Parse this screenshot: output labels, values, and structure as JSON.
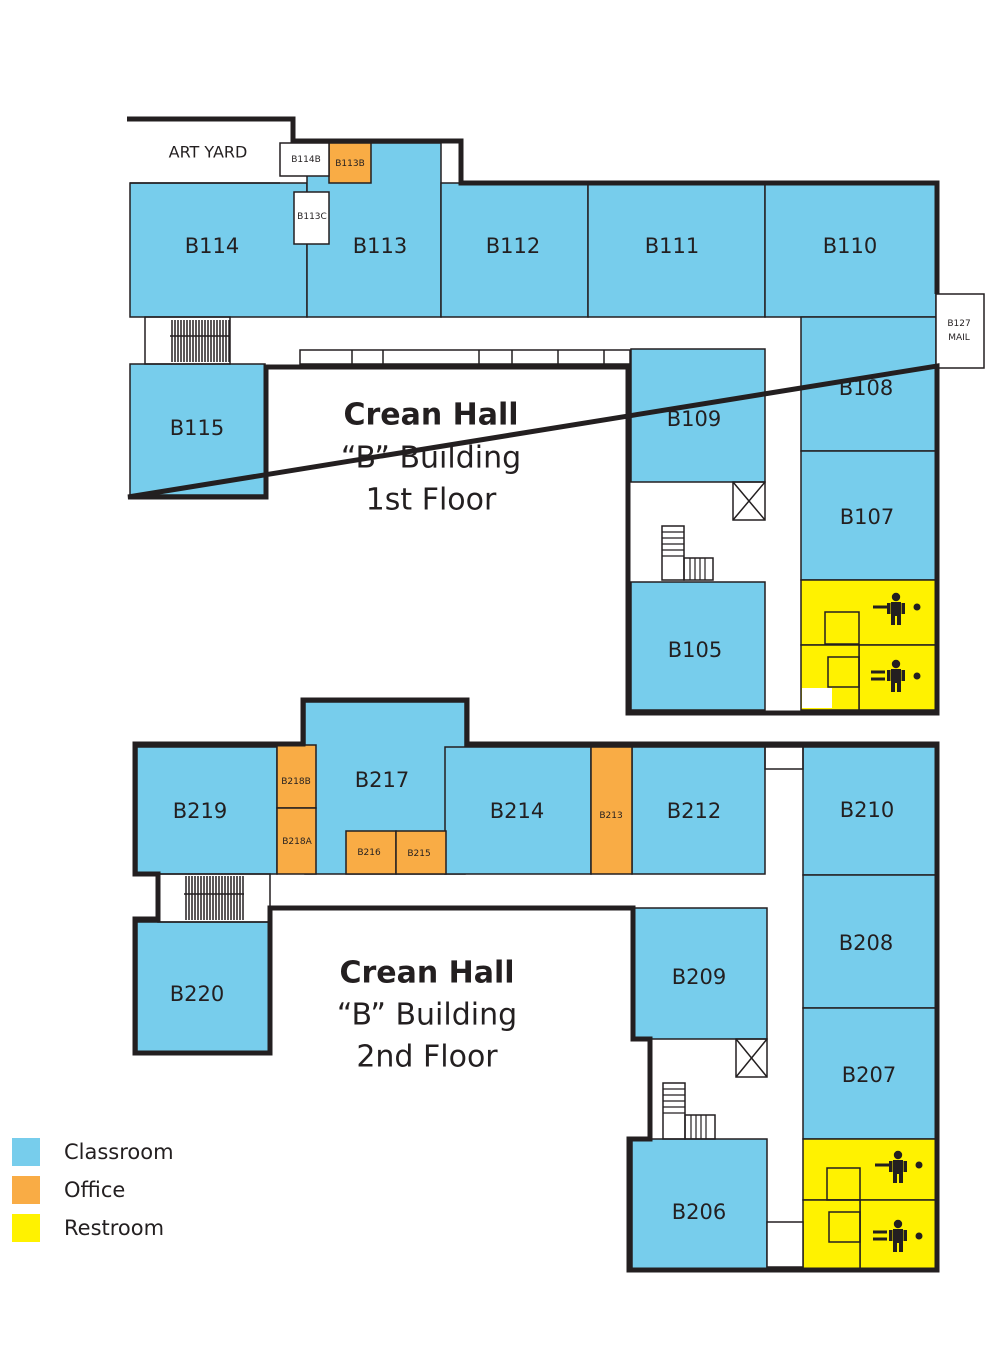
{
  "colors": {
    "classroom": "#77cdec",
    "office": "#f9ac45",
    "restroom": "#fff200",
    "wall": "#231f20"
  },
  "floor1": {
    "title_line1": "Crean Hall",
    "title_line2": "“B” Building",
    "title_line3": "1st Floor",
    "rooms": {
      "art_yard": "ART YARD",
      "b114b": "B114B",
      "b113b": "B113B",
      "b113c": "B113C",
      "b114": "B114",
      "b113": "B113",
      "b112": "B112",
      "b111": "B111",
      "b110": "B110",
      "b127_line1": "B127",
      "b127_line2": "MAIL",
      "b115": "B115",
      "b109": "B109",
      "b108": "B108",
      "b107": "B107",
      "b105": "B105"
    }
  },
  "floor2": {
    "title_line1": "Crean Hall",
    "title_line2": "“B” Building",
    "title_line3": "2nd Floor",
    "rooms": {
      "b219": "B219",
      "b218b": "B218B",
      "b218a": "B218A",
      "b217": "B217",
      "b216": "B216",
      "b215": "B215",
      "b214": "B214",
      "b213": "B213",
      "b212": "B212",
      "b210": "B210",
      "b208": "B208",
      "b207": "B207",
      "b220": "B220",
      "b209": "B209",
      "b206": "B206"
    }
  },
  "legend": [
    {
      "label": "Classroom",
      "color": "#77cdec"
    },
    {
      "label": "Office",
      "color": "#f9ac45"
    },
    {
      "label": "Restroom",
      "color": "#fff200"
    }
  ],
  "icons": [
    "restroom-person-icon",
    "elevator-icon",
    "stairs-icon"
  ]
}
